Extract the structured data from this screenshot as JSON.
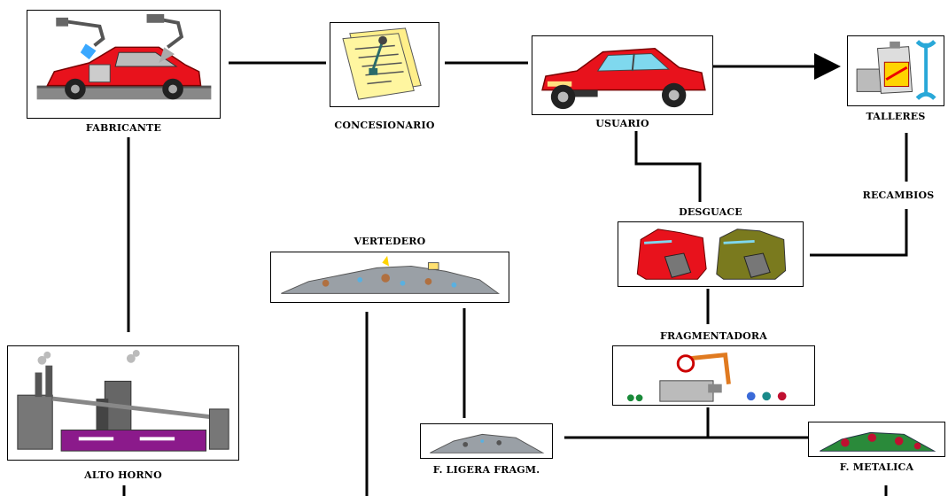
{
  "diagram": {
    "nodes": [
      {
        "id": "fabricante",
        "label": "FABRICANTE",
        "icon": "car-factory-icon"
      },
      {
        "id": "concesionario",
        "label": "CONCESIONARIO",
        "icon": "contract-documents-icon"
      },
      {
        "id": "usuario",
        "label": "USUARIO",
        "icon": "red-car-icon"
      },
      {
        "id": "talleres",
        "label": "TALLERES",
        "icon": "oil-can-wrench-icon"
      },
      {
        "id": "desguace",
        "label": "DESGUACE",
        "icon": "scrap-piles-icon"
      },
      {
        "id": "vertedero",
        "label": "VERTEDERO",
        "icon": "landfill-icon"
      },
      {
        "id": "fragmentadora",
        "label": "FRAGMENTADORA",
        "icon": "shredder-crane-icon"
      },
      {
        "id": "alto_horno",
        "label": "ALTO HORNO",
        "icon": "blast-furnace-icon"
      },
      {
        "id": "f_ligera",
        "label": "F. LIGERA FRAGM.",
        "icon": "light-fraction-pile-icon"
      },
      {
        "id": "f_metalica",
        "label": "F. METALICA",
        "icon": "metal-fraction-pile-icon"
      }
    ],
    "edge_label_recambios": "RECAMBIOS",
    "edges": [
      {
        "from": "fabricante",
        "to": "concesionario"
      },
      {
        "from": "concesionario",
        "to": "usuario"
      },
      {
        "from": "usuario",
        "to": "talleres",
        "arrow": true
      },
      {
        "from": "fabricante",
        "to": "alto_horno"
      },
      {
        "from": "usuario",
        "to": "desguace"
      },
      {
        "from": "talleres",
        "to": "desguace",
        "label": "RECAMBIOS"
      },
      {
        "from": "desguace",
        "to": "fragmentadora"
      },
      {
        "from": "fragmentadora",
        "to": "f_ligera"
      },
      {
        "from": "fragmentadora",
        "to": "f_metalica"
      },
      {
        "from": "f_ligera",
        "to": "vertedero"
      }
    ],
    "colors": {
      "line": "#000000",
      "car_red": "#e8121c",
      "furnace_purple": "#8b1a8b",
      "scrap_olive": "#7a7a1e"
    }
  }
}
